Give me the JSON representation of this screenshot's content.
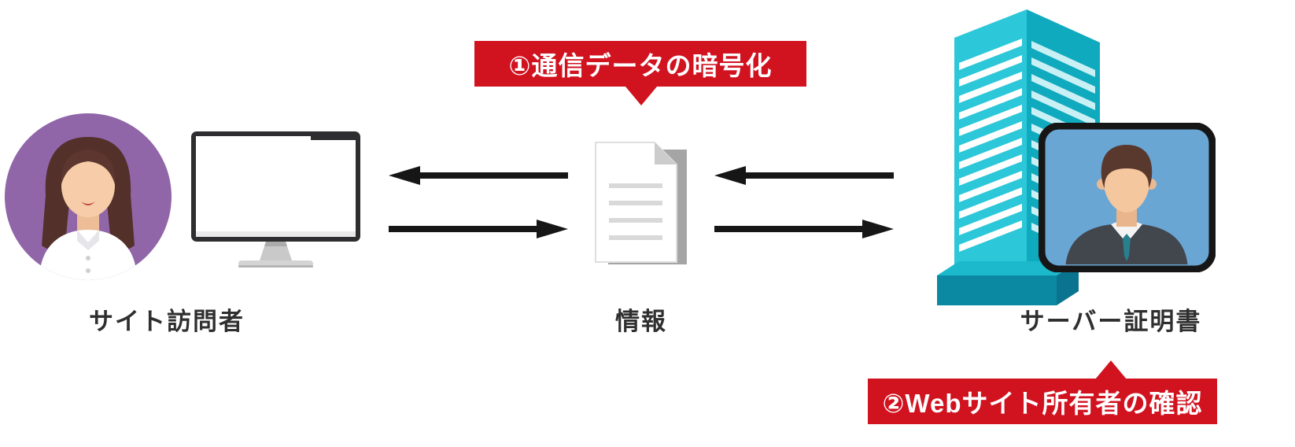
{
  "diagram": {
    "title_hint": "SSL server certificate concept diagram",
    "visitor": {
      "label": "サイト訪問者",
      "icons": [
        "woman-avatar-icon",
        "desktop-computer-icon"
      ]
    },
    "info": {
      "label": "情報",
      "icon": "document-icon"
    },
    "server": {
      "label": "サーバー証明書",
      "icons": [
        "office-building-icon",
        "id-certificate-icon"
      ]
    },
    "callout_encryption": {
      "label": "①通信データの暗号化"
    },
    "callout_verification": {
      "label": "②Webサイト所有者の確認"
    },
    "flows": [
      {
        "between": "info-and-visitor",
        "top_arrow": "left",
        "bottom_arrow": "right"
      },
      {
        "between": "server-and-info",
        "top_arrow": "left",
        "bottom_arrow": "right"
      }
    ],
    "colors": {
      "callout_red": "#d11320",
      "avatar_purple": "#9066a9",
      "building_teal_front": "#2cc7d8",
      "building_teal_side": "#10aabf",
      "building_base": "#0c89a2",
      "certificate_blue": "#6aa6d4",
      "arrow_black": "#161616",
      "label_text": "#2f2f2f"
    }
  }
}
